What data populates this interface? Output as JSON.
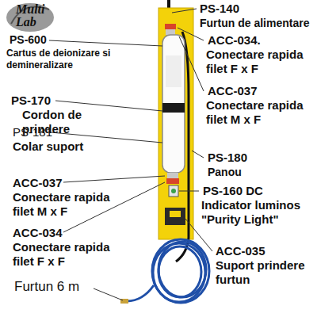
{
  "diagram": {
    "labels": [
      "Multi Lab",
      "PS-140",
      "Furtun de alimentare",
      "PS-600",
      "Cartus de deionizare si demineralizare",
      "ACC-034.",
      "Conectare rapida filet F x F",
      "PS-170",
      "Cordon de prindere",
      "ACC-037",
      "Conectare rapida filet M x F",
      "PS-181",
      "Colar suport",
      "PS-180",
      "Panou",
      "ACC-037",
      "Conectare rapida filet M x F",
      "PS-160 DC",
      "Indicator luminos \"Purity Light\"",
      "ACC-034",
      "Conectare rapida filet F x F",
      "ACC-035",
      "Suport prindere furtun",
      "Furtun 6 m"
    ]
  }
}
